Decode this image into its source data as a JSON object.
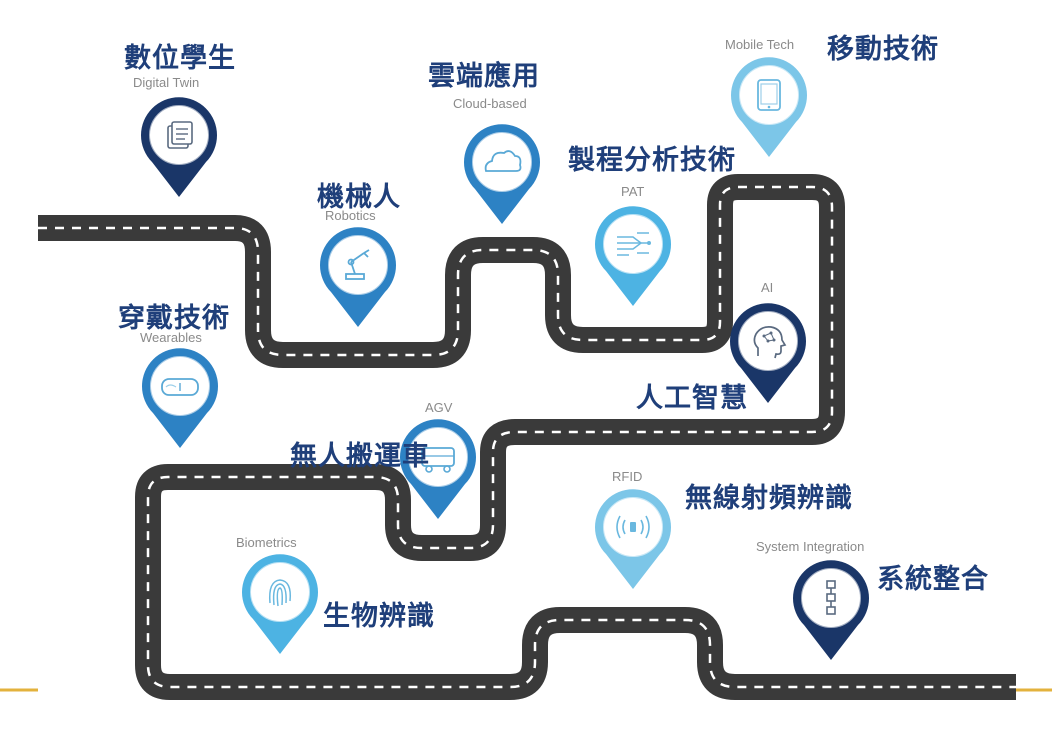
{
  "colors": {
    "road": "#3a3a3a",
    "road_dash": "#ffffff",
    "title": "#1f3f7a",
    "subtitle": "#8a8a8a",
    "accent_line": "#e3b23c",
    "navy": "#1a3668",
    "blue": "#2d82c4",
    "light_blue": "#4db3e3",
    "sky": "#7cc6e8"
  },
  "milestones": [
    {
      "id": "digital-twin",
      "zh": "數位學生",
      "en": "Digital Twin",
      "icon": "document-stack-icon",
      "color": "navy"
    },
    {
      "id": "cloud",
      "zh": "雲端應用",
      "en": "Cloud-based",
      "icon": "cloud-icon",
      "color": "blue"
    },
    {
      "id": "mobile",
      "zh": "移動技術",
      "en": "Mobile Tech",
      "icon": "tablet-icon",
      "color": "sky"
    },
    {
      "id": "pat",
      "zh": "製程分析技術",
      "en": "PAT",
      "icon": "data-stream-icon",
      "color": "light_blue"
    },
    {
      "id": "robotics",
      "zh": "機械人",
      "en": "Robotics",
      "icon": "robot-arm-icon",
      "color": "blue"
    },
    {
      "id": "wearables",
      "zh": "穿戴技術",
      "en": "Wearables",
      "icon": "vr-goggles-icon",
      "color": "blue"
    },
    {
      "id": "ai",
      "zh": "人工智慧",
      "en": "AI",
      "icon": "ai-head-icon",
      "color": "navy"
    },
    {
      "id": "agv",
      "zh": "無人搬運車",
      "en": "AGV",
      "icon": "vehicle-icon",
      "color": "blue"
    },
    {
      "id": "rfid",
      "zh": "無線射頻辨識",
      "en": "RFID",
      "icon": "rfid-icon",
      "color": "sky"
    },
    {
      "id": "biometrics",
      "zh": "生物辨識",
      "en": "Biometrics",
      "icon": "fingerprint-icon",
      "color": "light_blue"
    },
    {
      "id": "system",
      "zh": "系統整合",
      "en": "System Integration",
      "icon": "flowchart-icon",
      "color": "navy"
    }
  ]
}
